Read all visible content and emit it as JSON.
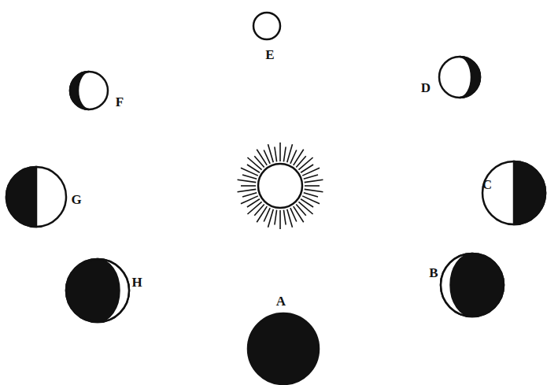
{
  "diagram": {
    "labels": [
      "E",
      "F",
      "D",
      "G",
      "C",
      "H",
      "B",
      "A"
    ]
  }
}
